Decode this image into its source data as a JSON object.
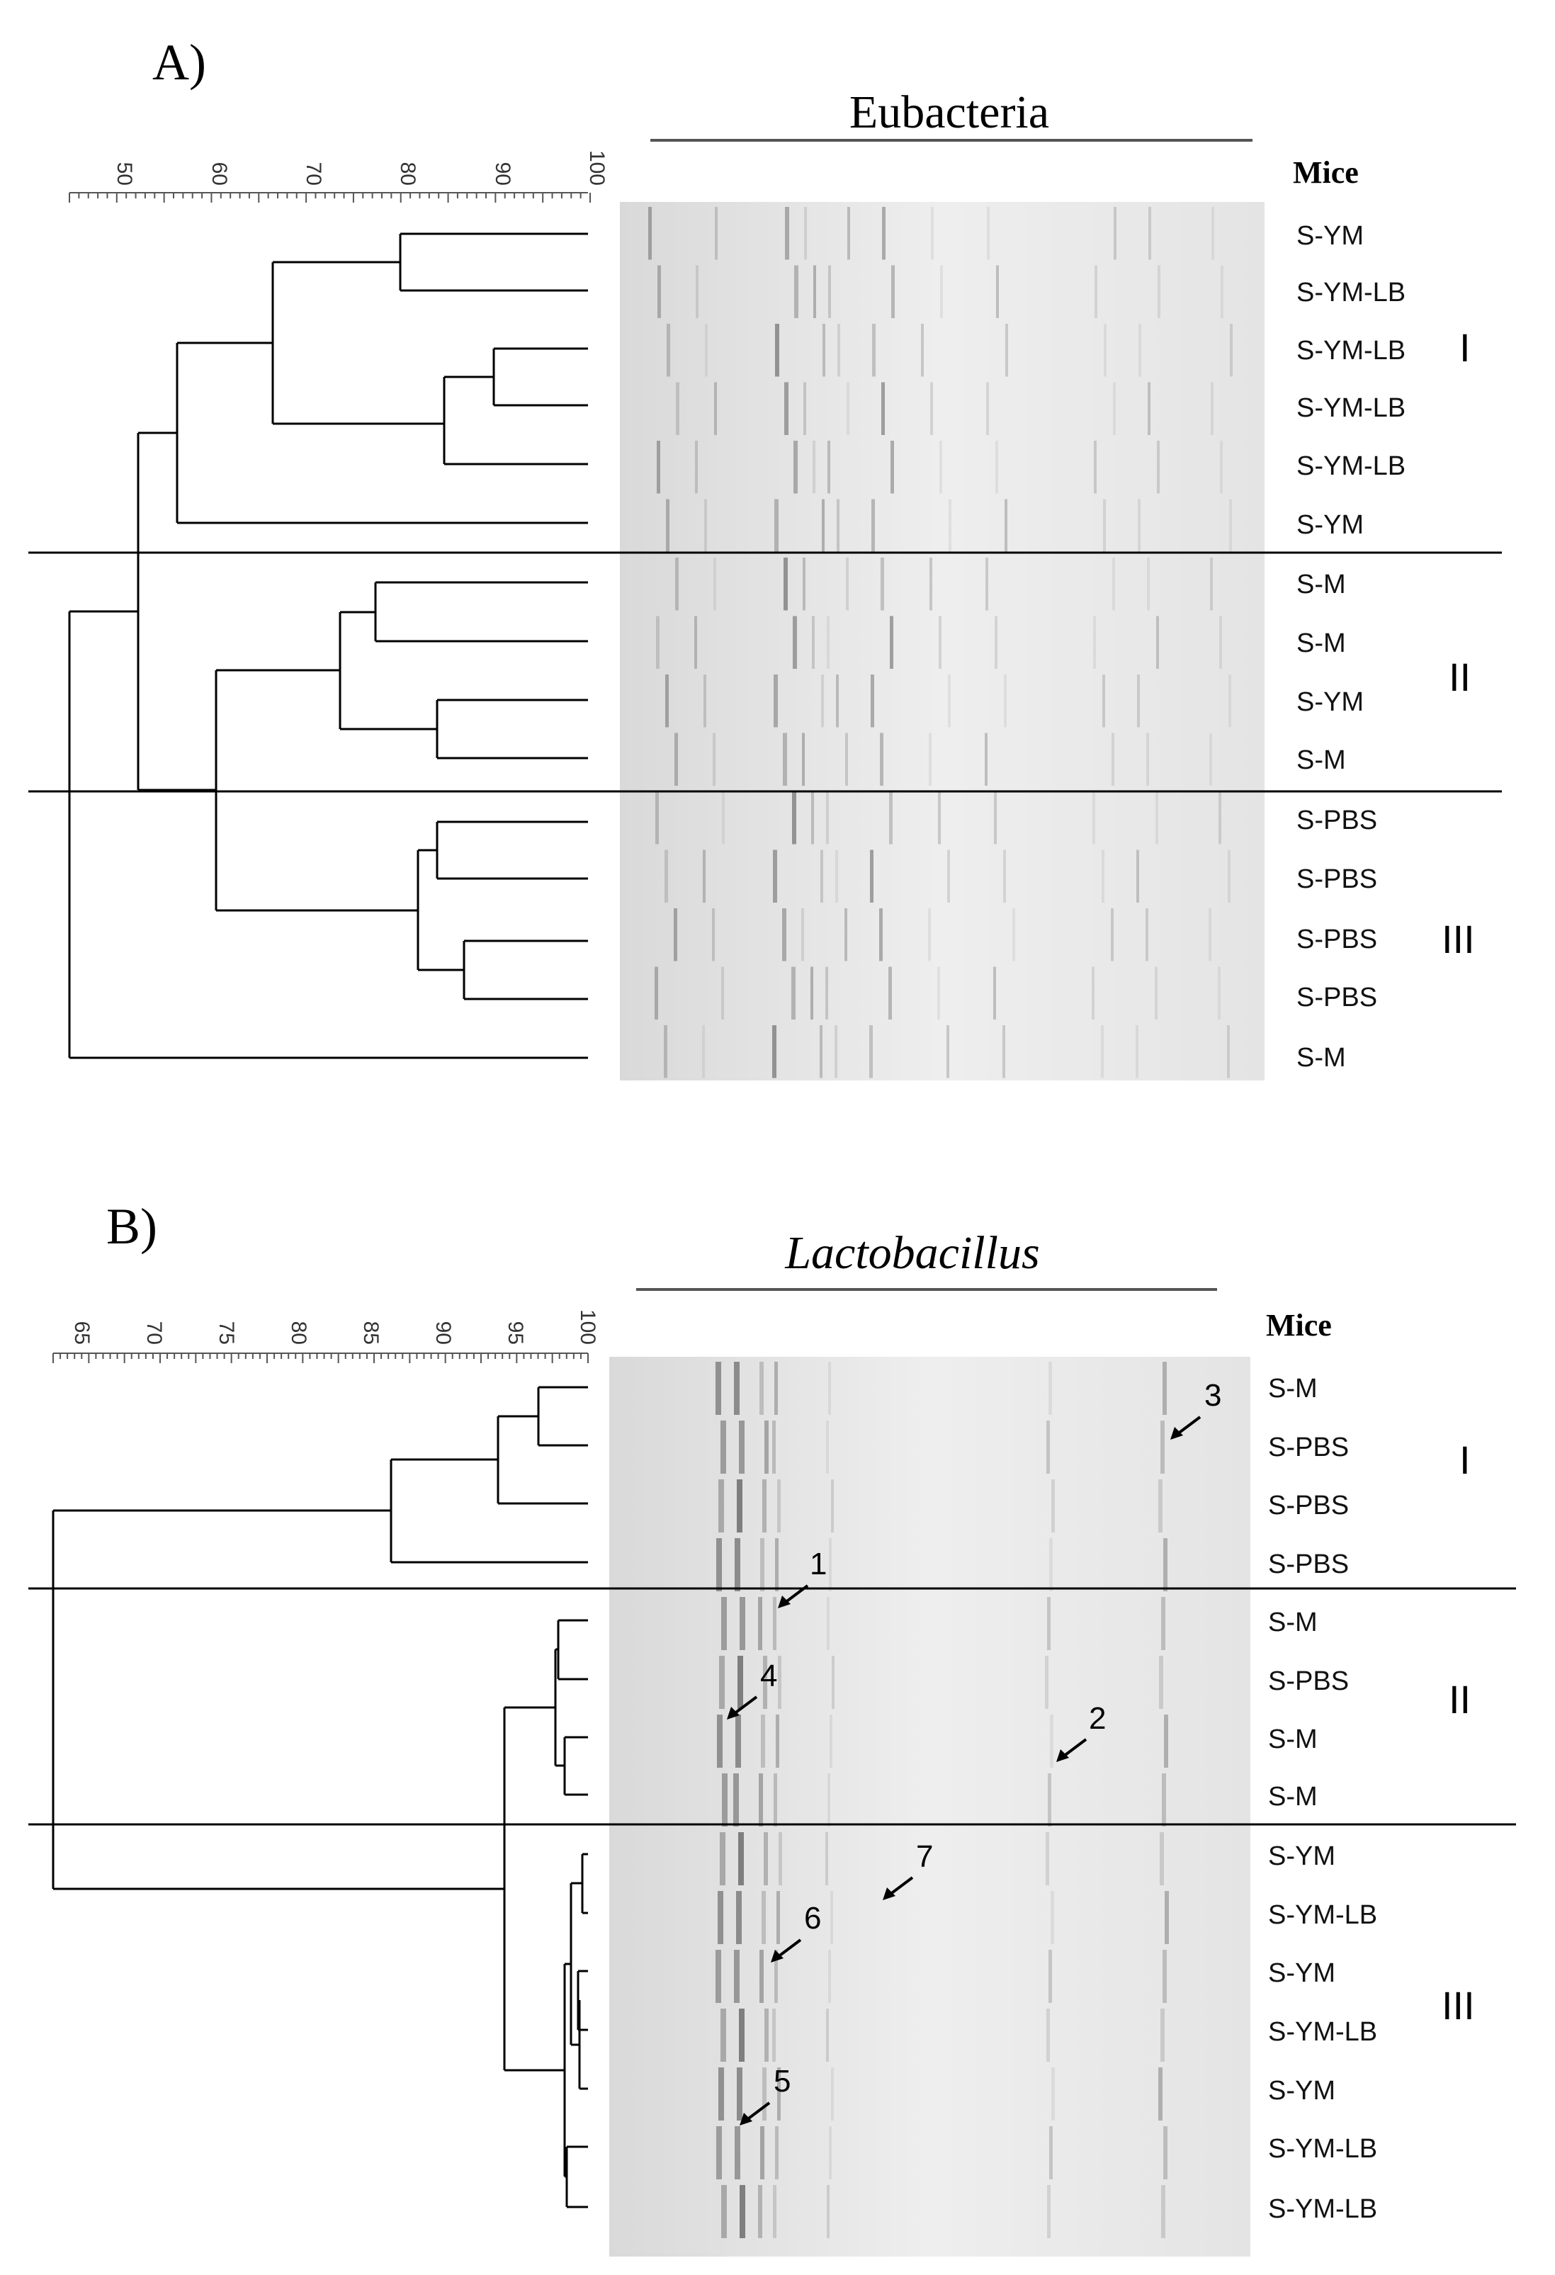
{
  "panel_a": {
    "label": "A)",
    "gel_title": "Eubacteria",
    "header": "Mice",
    "axis_ticks": [
      "50",
      "60",
      "70",
      "80",
      "90",
      "100"
    ],
    "samples": [
      "S-YM",
      "S-YM-LB",
      "S-YM-LB",
      "S-YM-LB",
      "S-YM-LB",
      "S-YM",
      "S-M",
      "S-M",
      "S-YM",
      "S-M",
      "S-PBS",
      "S-PBS",
      "S-PBS",
      "S-PBS",
      "S-M"
    ],
    "clusters": [
      "I",
      "II",
      "III"
    ]
  },
  "panel_b": {
    "label": "B)",
    "gel_title": "Lactobacillus",
    "header": "Mice",
    "axis_ticks": [
      "65",
      "70",
      "75",
      "80",
      "85",
      "90",
      "95",
      "100"
    ],
    "samples": [
      "S-M",
      "S-PBS",
      "S-PBS",
      "S-PBS",
      "S-M",
      "S-PBS",
      "S-M",
      "S-M",
      "S-YM",
      "S-YM-LB",
      "S-YM",
      "S-YM-LB",
      "S-YM",
      "S-YM-LB",
      "S-YM-LB"
    ],
    "clusters": [
      "I",
      "II",
      "III"
    ],
    "band_arrows": [
      "1",
      "2",
      "3",
      "4",
      "5",
      "6",
      "7"
    ]
  },
  "colors": {
    "line": "#000000",
    "gel_background": "#e6e6e6",
    "band": "#3a3a3a"
  }
}
